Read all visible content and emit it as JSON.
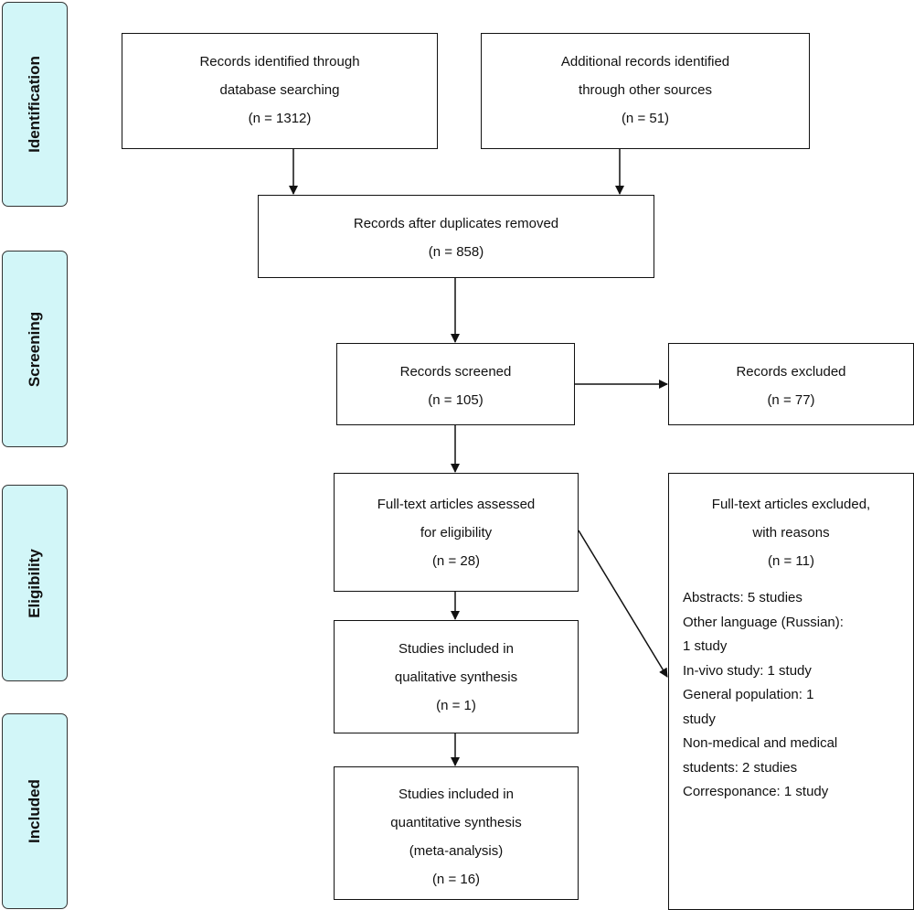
{
  "phases": {
    "identification": "Identification",
    "screening": "Screening",
    "eligibility": "Eligibility",
    "included": "Included"
  },
  "boxes": {
    "database": {
      "lines": [
        "Records identified through",
        "database searching",
        "(n = 1312)"
      ]
    },
    "other_sources": {
      "lines": [
        "Additional records identified",
        "through other sources",
        "(n = 51)"
      ]
    },
    "duplicates_removed": {
      "lines": [
        "Records after duplicates removed",
        "(n = 858)"
      ]
    },
    "screened": {
      "lines": [
        "Records screened",
        "(n = 105)"
      ]
    },
    "excluded": {
      "lines": [
        "Records excluded",
        "(n = 77)"
      ]
    },
    "fulltext_assessed": {
      "lines": [
        "Full-text articles assessed",
        "for eligibility",
        "(n = 28)"
      ]
    },
    "fulltext_excluded": {
      "lines": [
        "Full-text articles excluded,",
        "with reasons",
        "(n = 11)"
      ],
      "reasons": [
        "Abstracts: 5 studies",
        "Other language (Russian):",
        "1 study",
        "In-vivo study: 1 study",
        "General population: 1",
        "study",
        "Non-medical and medical",
        "students: 2 studies",
        "Corresponance: 1 study"
      ]
    },
    "qualitative": {
      "lines": [
        "Studies included in",
        "qualitative synthesis",
        "(n = 1)"
      ]
    },
    "quantitative": {
      "lines": [
        "Studies included in",
        "quantitative synthesis",
        "(meta-analysis)",
        "(n = 16)"
      ]
    }
  }
}
